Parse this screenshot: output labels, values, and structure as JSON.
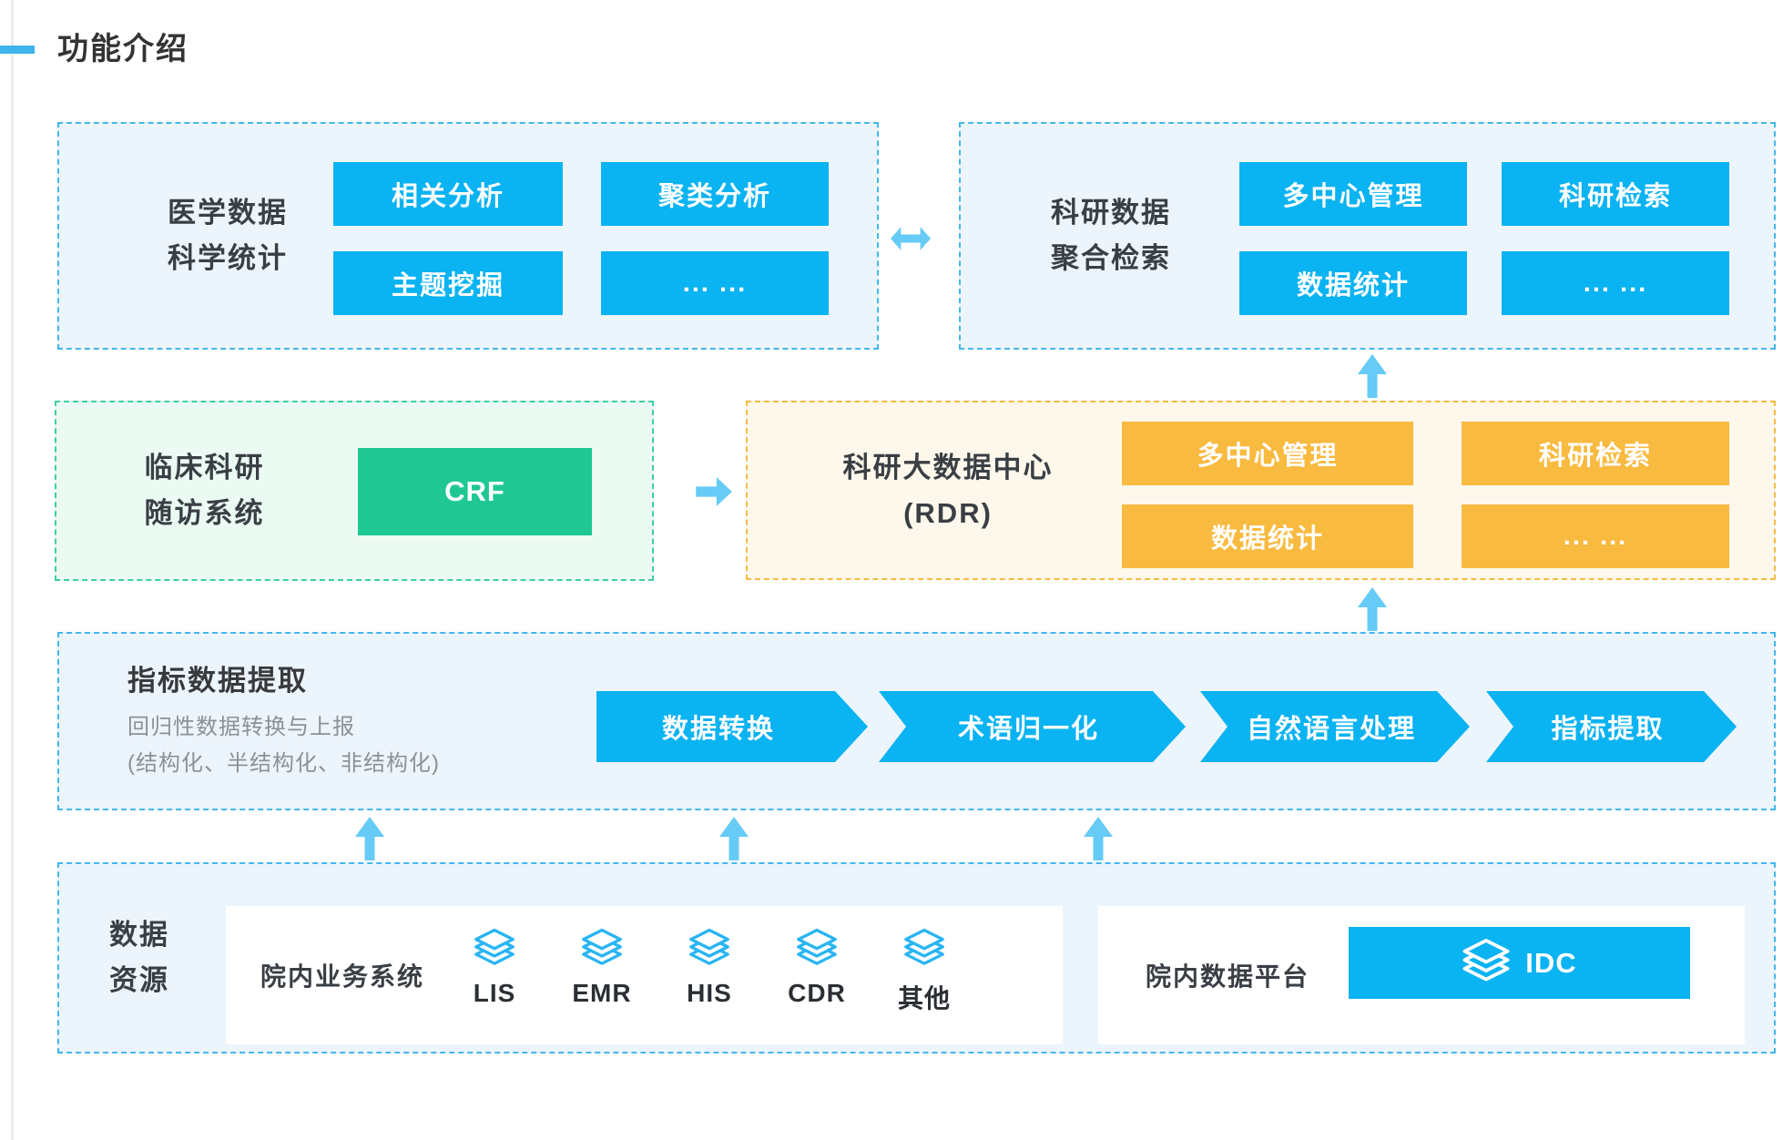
{
  "title": "功能介绍",
  "medical_stats_box": {
    "label_line1": "医学数据",
    "label_line2": "科学统计",
    "buttons": [
      "相关分析",
      "聚类分析",
      "主题挖掘",
      "... ..."
    ]
  },
  "research_search_box": {
    "label_line1": "科研数据",
    "label_line2": "聚合检索",
    "buttons": [
      "多中心管理",
      "科研检索",
      "数据统计",
      "... ..."
    ]
  },
  "clinical_box": {
    "label_line1": "临床科研",
    "label_line2": "随访系统",
    "button": "CRF"
  },
  "rdr_box": {
    "title_line1": "科研大数据中心",
    "title_line2": "(RDR)",
    "buttons": [
      "多中心管理",
      "科研检索",
      "数据统计",
      "... ..."
    ]
  },
  "indicator_box": {
    "title": "指标数据提取",
    "subtitle_line1": "回归性数据转换与上报",
    "subtitle_line2": "(结构化、半结构化、非结构化)",
    "steps": [
      "数据转换",
      "术语归一化",
      "自然语言处理",
      "指标提取"
    ]
  },
  "data_resource_box": {
    "label_line1": "数据",
    "label_line2": "资源",
    "business_systems": {
      "label": "院内业务系统",
      "items": [
        "LIS",
        "EMR",
        "HIS",
        "CDR",
        "其他"
      ]
    },
    "data_platform": {
      "label": "院内数据平台",
      "button_label": "IDC"
    }
  },
  "icons": {
    "layers": "layers-icon",
    "arrow_up": "arrow-up-icon",
    "arrow_right": "arrow-right-icon",
    "double_arrow": "double-arrow-icon"
  },
  "colors": {
    "primary_blue": "#0ab3f1",
    "arrow_blue": "#66cbf6",
    "dashed_blue": "#43b7ec",
    "box_bg_blue": "#edf5fc",
    "green": "#1fc893",
    "dashed_green": "#3fcf9c",
    "box_bg_green": "#ebfaf3",
    "orange": "#f9ba40",
    "dashed_orange": "#f6bb45",
    "box_bg_cream": "#fdf8eb",
    "text_dark": "#3a3f45",
    "text_gray": "#8d9197"
  }
}
